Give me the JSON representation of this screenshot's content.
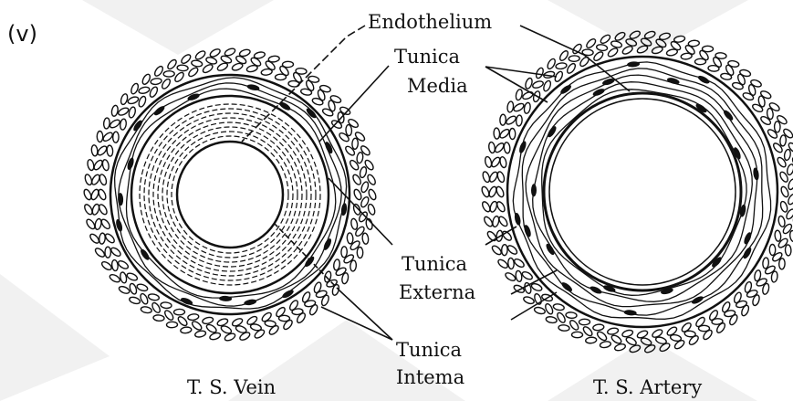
{
  "part_label": "(v)",
  "labels": {
    "endothelium": "Endothelium",
    "tunica_media_1": "Tunica",
    "tunica_media_2": "Media",
    "tunica_externa_1": "Tunica",
    "tunica_externa_2": "Externa",
    "tunica_interna_1": "Tunica",
    "tunica_interna_2": "Intema"
  },
  "captions": {
    "vein": "T. S. Vein",
    "artery": "T. S. Artery"
  },
  "colors": {
    "ink": "#111111",
    "watermark": "#f1f1f1",
    "paper": "#ffffff"
  }
}
